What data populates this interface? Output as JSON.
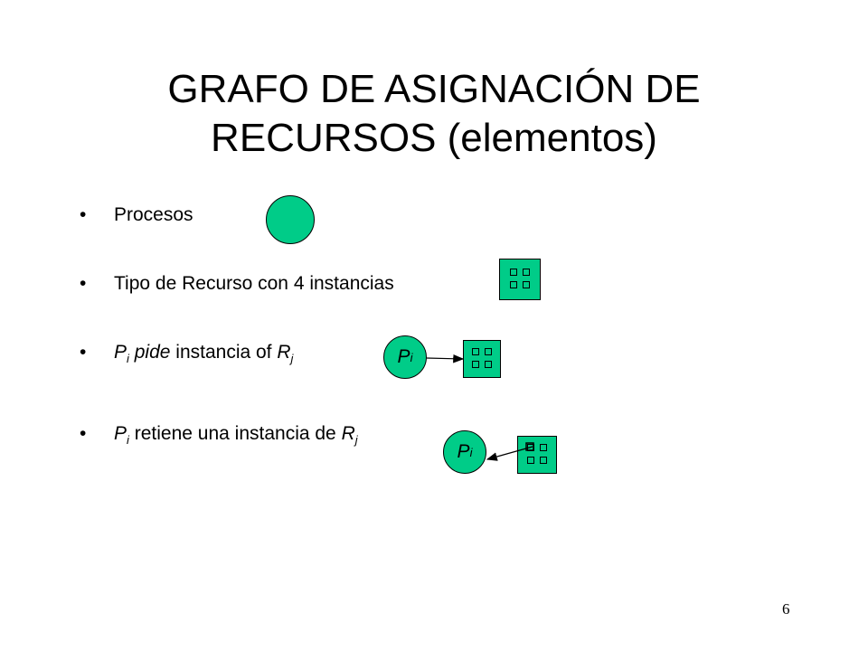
{
  "slide": {
    "title_line1": "GRAFO DE ASIGNACIÓN DE",
    "title_line2": "RECURSOS (elementos)",
    "bullet_char": "•",
    "bullets": [
      {
        "text": "Procesos"
      },
      {
        "text": "Tipo de Recurso con 4 instancias"
      },
      {
        "p": "P",
        "i": "i",
        "pide": "pide",
        "mid": " instancia of ",
        "r": "R",
        "j": "j"
      },
      {
        "p": "P",
        "i": "i",
        "mid": " retiene una instancia de ",
        "r": "R",
        "j": "j"
      }
    ],
    "node_label": "P",
    "node_sub": "i",
    "page_number": "6"
  },
  "colors": {
    "process_fill": "#00cc88",
    "resource_fill": "#00cc88",
    "stroke": "#000000"
  },
  "icons": [
    "process-circle",
    "resource-box-4-instances",
    "request-arrow",
    "assignment-arrow"
  ]
}
